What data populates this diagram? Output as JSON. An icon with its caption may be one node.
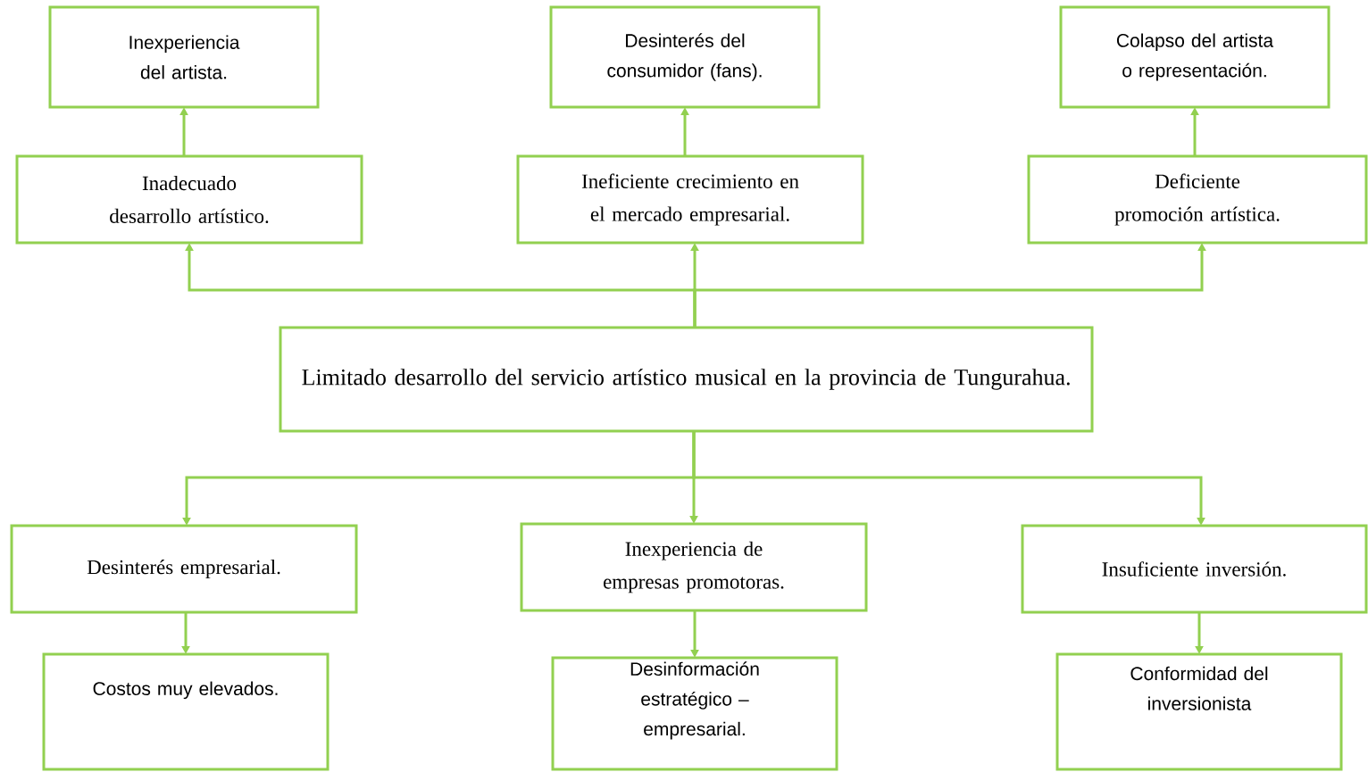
{
  "diagram": {
    "nodes": [
      {
        "text": [
          "Inexperiencia del artista."
        ]
      },
      {
        "text": [
          "Desinterés del consumidor (fans)."
        ]
      },
      {
        "text": [
          "Colapso del artista o representación."
        ]
      },
      {
        "text": [
          "Inadecuado desarrollo artístico."
        ]
      },
      {
        "text": [
          "Ineficiente crecimiento en el mercado empresarial."
        ]
      },
      {
        "text": [
          "Deficiente  promoción artística."
        ]
      },
      {
        "text": [
          "Limitado  desarrollo del servicio artístico musical en la provincia de Tungurahua."
        ]
      },
      {
        "text": [
          "Desinterés empresarial."
        ]
      },
      {
        "text": [
          "Inexperiencia de empresas promotoras."
        ]
      },
      {
        "text": [
          "Insuficiente inversión."
        ]
      },
      {
        "text": [
          "Costos muy elevados."
        ]
      },
      {
        "text": [
          "Desinformación estratégico – empresarial."
        ]
      },
      {
        "text": [
          "Conformidad del inversionista"
        ]
      }
    ],
    "edges": [
      {
        "from": 3,
        "to": 0,
        "arrow": "to"
      },
      {
        "from": 4,
        "to": 1,
        "arrow": "to"
      },
      {
        "from": 5,
        "to": 2,
        "arrow": "to"
      },
      {
        "from": 6,
        "to": 3,
        "arrow": "to"
      },
      {
        "from": 6,
        "to": 4,
        "arrow": "to"
      },
      {
        "from": 6,
        "to": 5,
        "arrow": "to"
      },
      {
        "from": 6,
        "to": 7,
        "arrow": "to"
      },
      {
        "from": 6,
        "to": 8,
        "arrow": "to"
      },
      {
        "from": 6,
        "to": 9,
        "arrow": "to"
      },
      {
        "from": 7,
        "to": 10,
        "arrow": "to"
      },
      {
        "from": 8,
        "to": 11,
        "arrow": "to"
      },
      {
        "from": 9,
        "to": 12,
        "arrow": "to"
      }
    ]
  }
}
